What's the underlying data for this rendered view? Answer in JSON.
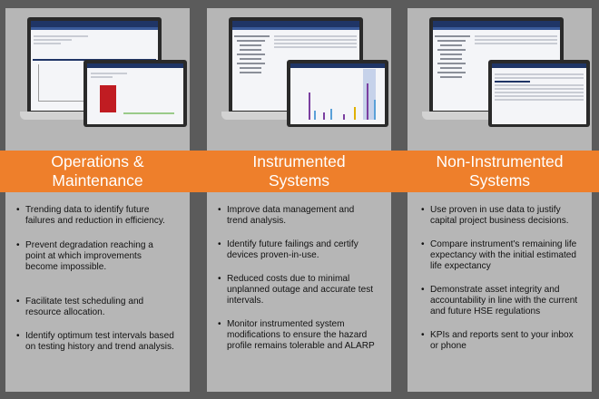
{
  "columns": [
    {
      "title_line1": "Operations &",
      "title_line2": "Maintenance",
      "bullets": [
        "Trending data to identify future failures and reduction in efficiency.",
        "Prevent degradation reaching a point at which improvements become impossible.",
        "Facilitate test scheduling and resource allocation.",
        "Identify optimum test intervals based on testing history and trend analysis."
      ]
    },
    {
      "title_line1": "Instrumented",
      "title_line2": "Systems",
      "bullets": [
        "Improve data management and trend analysis.",
        "Identify future failings and certify devices proven-in-use.",
        "Reduced costs due to minimal unplanned outage and accurate test intervals.",
        "Monitor instrumented system modifications to ensure the hazard profile remains tolerable and ALARP"
      ]
    },
    {
      "title_line1": "Non-Instrumented",
      "title_line2": "Systems",
      "bullets": [
        "Use proven in use data to justify capital project business decisions.",
        "Compare instrument's remaining life expectancy with the initial estimated life expectancy",
        "Demonstrate asset integrity and accountability in line with the current and future HSE regulations",
        "KPIs and reports sent to your inbox or phone"
      ]
    }
  ],
  "colors": {
    "background": "#5b5b5b",
    "panel": "#b6b6b6",
    "band": "#ee7f2b",
    "app_header": "#1f3566"
  },
  "icons": [
    "laptop-screenshot",
    "monitor-screenshot"
  ]
}
